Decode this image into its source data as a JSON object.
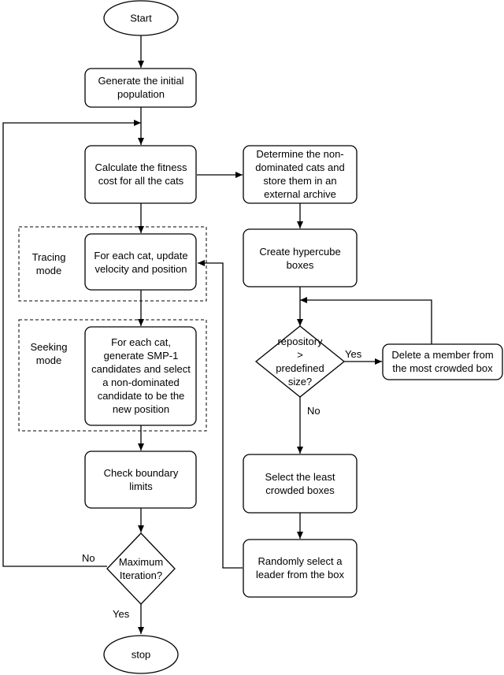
{
  "nodes": {
    "start": [
      "Start"
    ],
    "init": [
      "Generate the initial",
      "population"
    ],
    "fitness": [
      "Calculate the fitness",
      "cost for all the cats"
    ],
    "tracing": [
      "For each cat, update",
      "velocity and position"
    ],
    "seeking": [
      "For each cat,",
      "generate SMP-1",
      "candidates and select",
      "a non-dominated",
      "candidate to be the",
      "new position"
    ],
    "boundary": [
      "Check boundary",
      "limits"
    ],
    "maxiter": [
      "Maximum",
      "Iteration?"
    ],
    "stop": [
      "stop"
    ],
    "archive": [
      "Determine the non-",
      "dominated cats and",
      "store them in an",
      "external archive"
    ],
    "hypercube": [
      "Create hypercube",
      "boxes"
    ],
    "repo": [
      "repository",
      ">",
      "predefined",
      "size?"
    ],
    "delete": [
      "Delete a member from",
      "the most crowded box"
    ],
    "select_least": [
      "Select the least",
      "crowded boxes"
    ],
    "leader": [
      "Randomly select a",
      "leader from the box"
    ]
  },
  "regions": {
    "tracing": [
      "Tracing",
      "mode"
    ],
    "seeking": [
      "Seeking",
      "mode"
    ]
  },
  "edge_labels": {
    "maxiter_no": "No",
    "maxiter_yes": "Yes",
    "repo_yes": "Yes",
    "repo_no": "No"
  }
}
